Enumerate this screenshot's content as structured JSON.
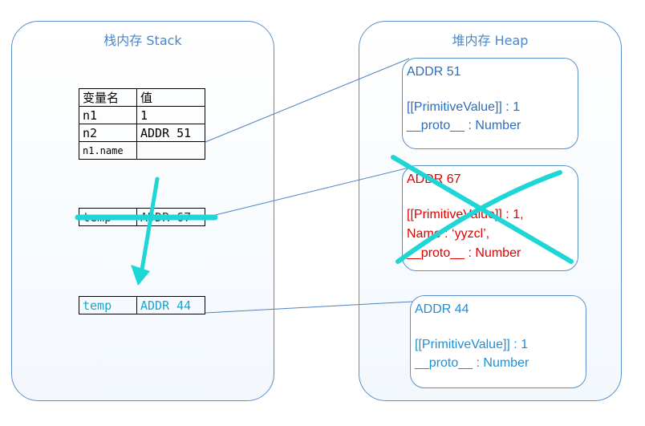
{
  "stack": {
    "title": "栈内存 Stack",
    "table": {
      "headers": [
        "变量名",
        "值"
      ],
      "rows": [
        {
          "name": "n1",
          "value": "1"
        },
        {
          "name": "n2",
          "value": "ADDR 51"
        },
        {
          "name": "n1.name",
          "value": ""
        }
      ]
    },
    "temp_old": {
      "name": "temp",
      "value": "ADDR 67"
    },
    "temp_new": {
      "name": "temp",
      "value": "ADDR 44"
    }
  },
  "heap": {
    "title": "堆内存 Heap",
    "objects": [
      {
        "addr": "ADDR 51",
        "lines": [
          "[[PrimitiveValue]] : 1",
          "__proto__ : Number"
        ],
        "color": "#2a6fbc"
      },
      {
        "addr": "ADDR 67",
        "lines": [
          "[[PrimitiveValue]] : 1,",
          "Name : ‘yyzcl’,",
          "__proto__ : Number"
        ],
        "color": "#e00000",
        "crossed_out": true
      },
      {
        "addr": "ADDR 44",
        "lines": [
          "[[PrimitiveValue]] : 1",
          "__proto__ : Number"
        ],
        "color": "#1e8fd6"
      }
    ]
  },
  "colors": {
    "panel_border": "#5b8fc9",
    "annotation": "#1fd6d6",
    "connector": "#4f83c0"
  }
}
